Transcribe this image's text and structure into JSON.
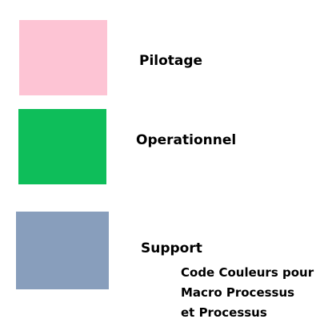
{
  "legend": {
    "items": [
      {
        "label": "Pilotage",
        "color": "#FDC4D4"
      },
      {
        "label": "Operationnel",
        "color": "#0EBE5A"
      },
      {
        "label": "Support",
        "color": "#889EBC"
      }
    ]
  },
  "caption": {
    "lines": [
      "Code Couleurs pour",
      "Macro Processus",
      "et Processus"
    ]
  }
}
